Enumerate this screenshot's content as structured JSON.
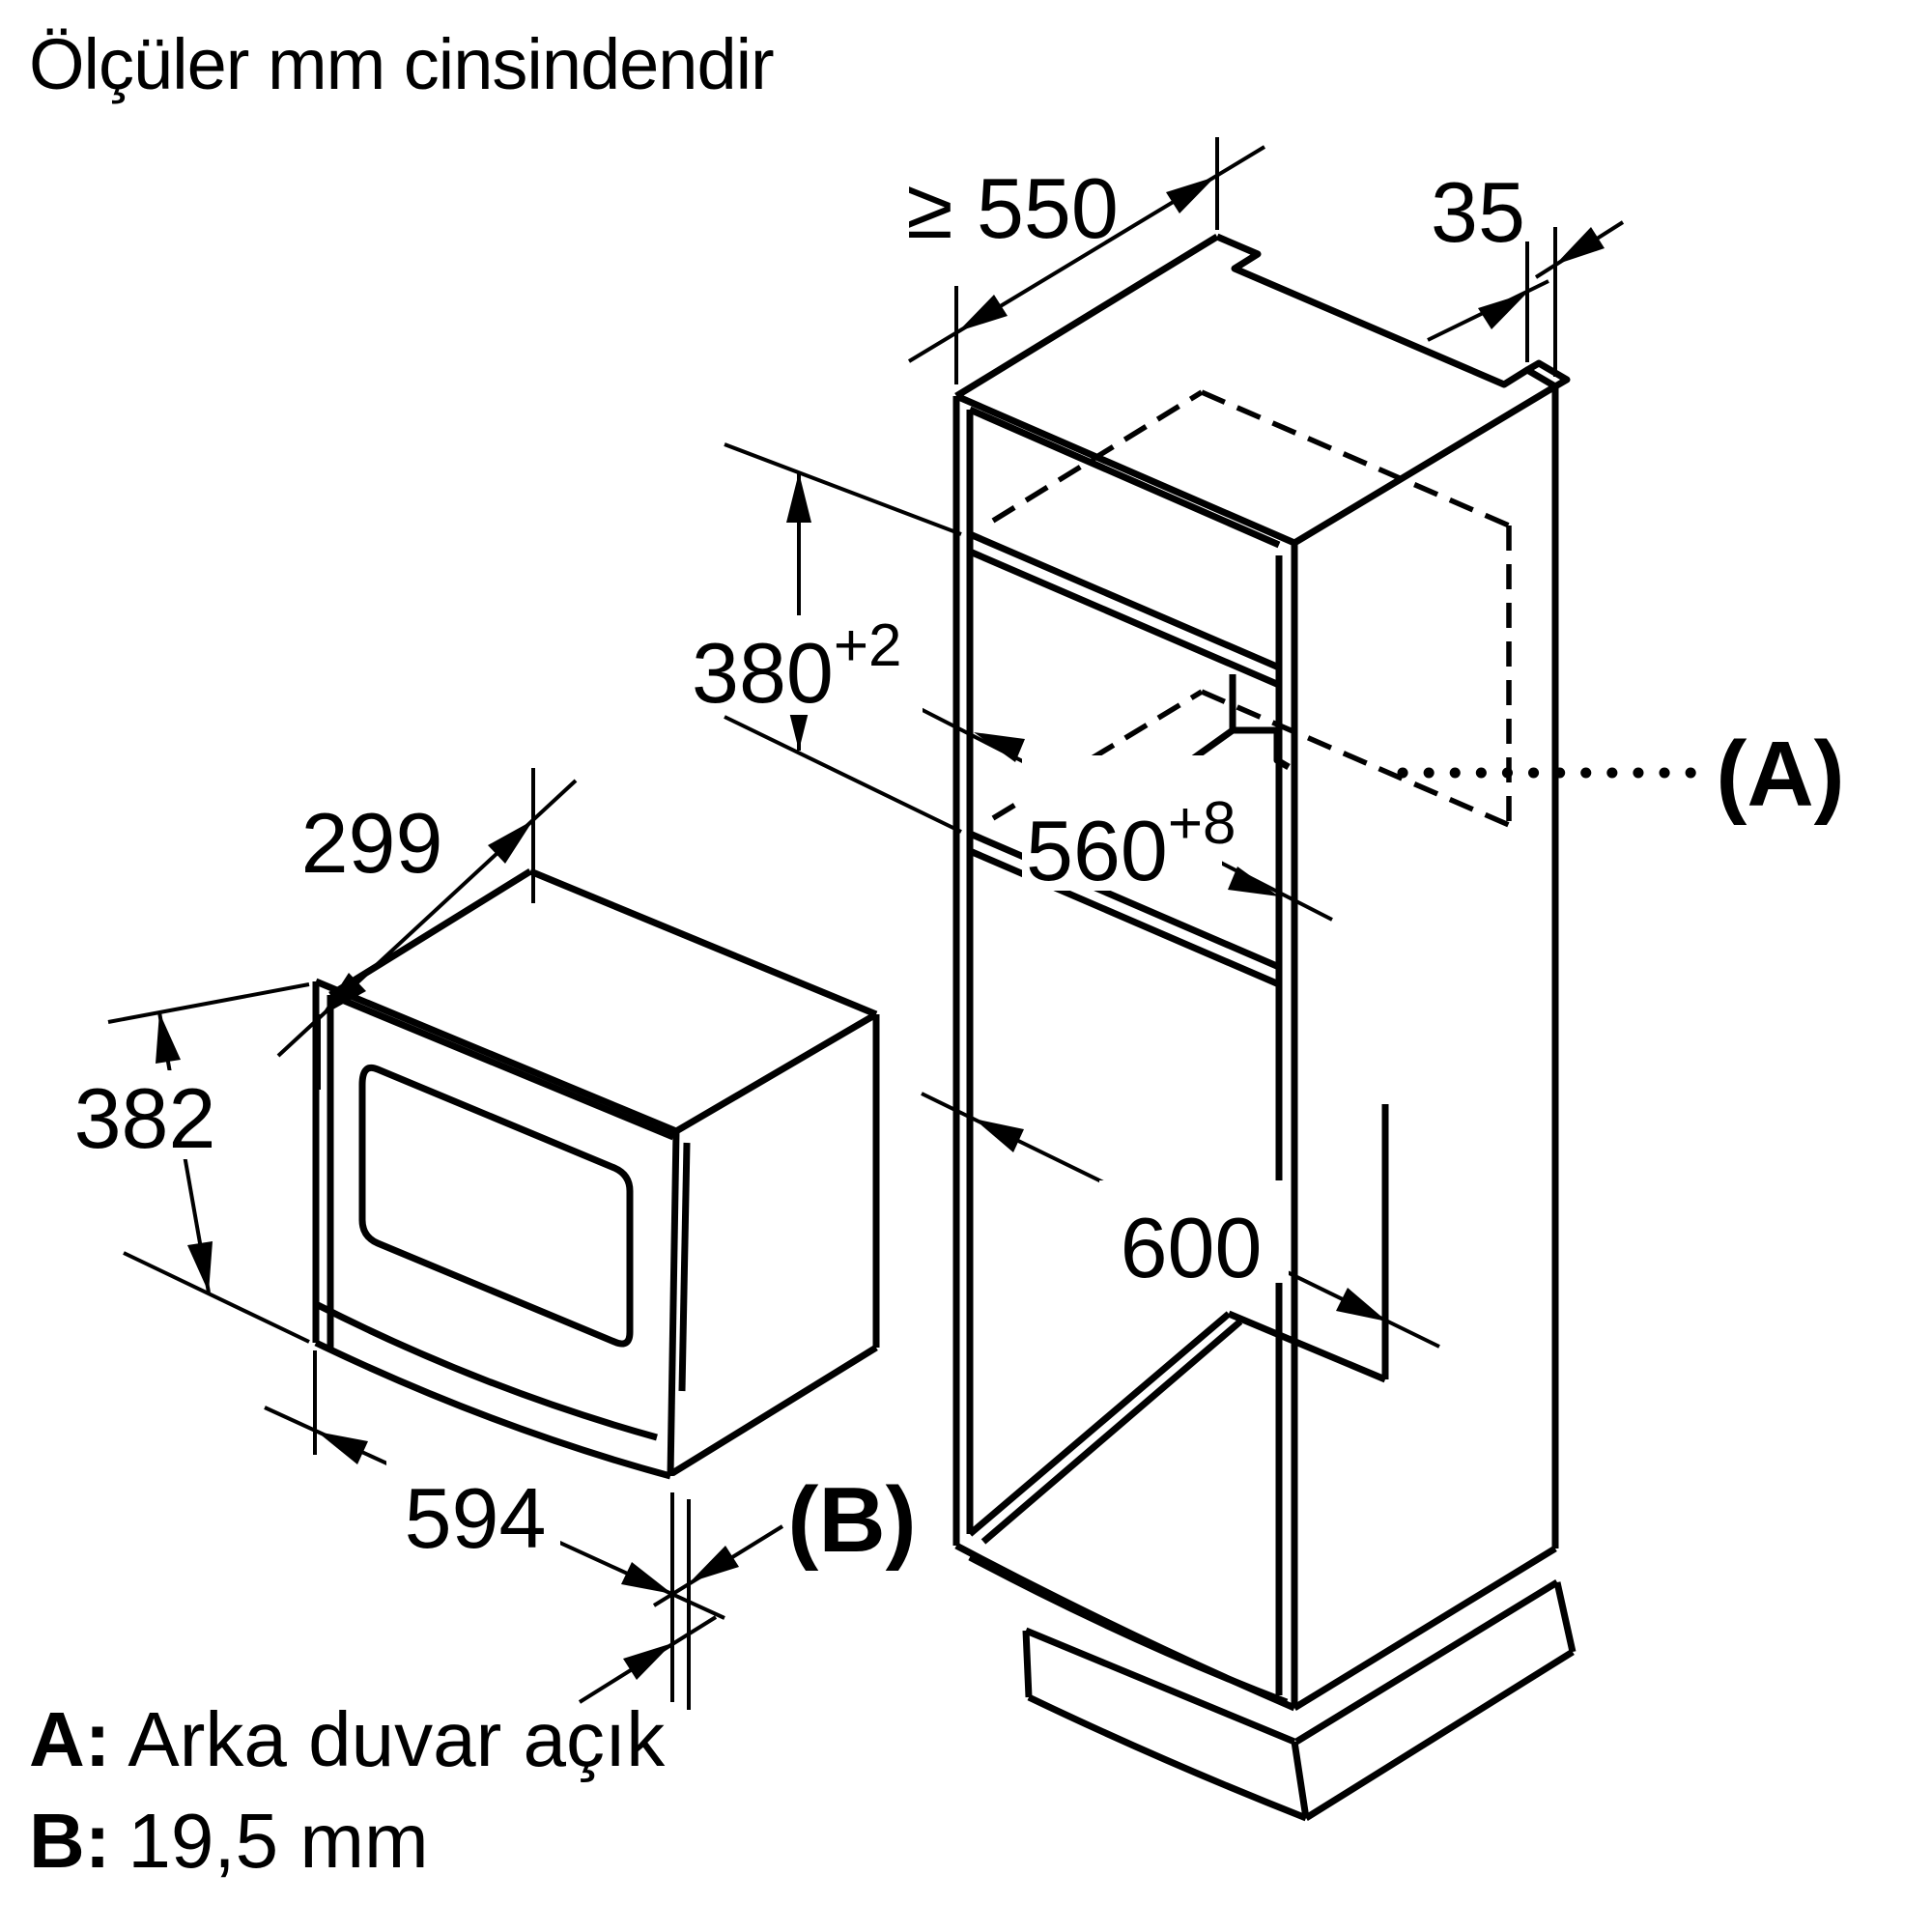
{
  "title": "Ölçüler mm cinsindendir",
  "colors": {
    "line": "#000000",
    "background": "#ffffff"
  },
  "dimensions": {
    "cabinet_depth": "≥ 550",
    "top_rear_gap": "35",
    "niche_height": "380",
    "niche_height_tolerance": "+2",
    "niche_width": "560",
    "niche_width_tolerance": "+8",
    "appliance_depth": "299",
    "appliance_height": "382",
    "appliance_width": "594",
    "lower_niche_width": "600",
    "label_a": "(A)",
    "label_b": "(B)"
  },
  "legend": {
    "a_key": "A:",
    "a_text": "Arka duvar açık",
    "b_key": "B:",
    "b_text": "19,5 mm"
  }
}
